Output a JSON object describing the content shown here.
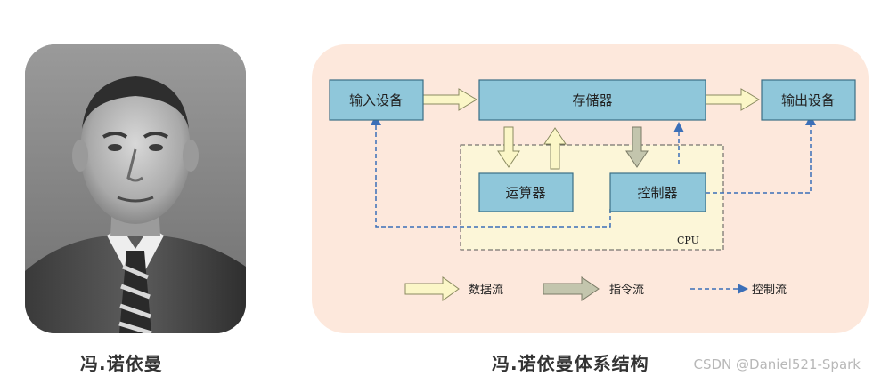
{
  "portrait": {
    "caption": "冯.诺依曼"
  },
  "architecture": {
    "caption": "冯.诺依曼体系结构",
    "units": {
      "input": "输入设备",
      "memory": "存储器",
      "output": "输出设备",
      "alu": "运算器",
      "controller": "控制器",
      "cpu": "CPU"
    },
    "legend": {
      "data_flow": "数据流",
      "instruction_flow": "指令流",
      "control_flow": "控制流"
    },
    "colors": {
      "panel_background": "#fde8dc",
      "box_fill": "#8fc7da",
      "box_border": "#3b6f85",
      "cpu_region": "#fcf6d8",
      "data_arrow": "#fbf6c7",
      "instruction_arrow": "#c3c5ad",
      "control_line": "#3b6fb8"
    }
  },
  "watermark": "CSDN @Daniel521-Spark"
}
